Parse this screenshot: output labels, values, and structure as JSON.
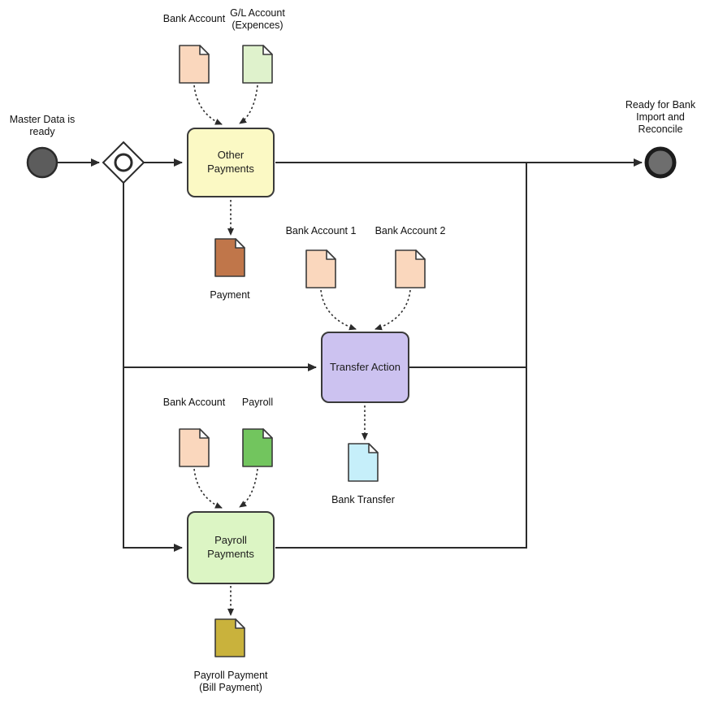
{
  "diagram": {
    "events": {
      "start": {
        "label": "Master Data is\nready"
      },
      "end": {
        "label": "Ready for Bank\nImport and\nReconcile"
      }
    },
    "gateway": {
      "type": "inclusive-gateway"
    },
    "tasks": {
      "other_payments": {
        "label": "Other\nPayments",
        "fill": "#FBF9C4"
      },
      "transfer_action": {
        "label": "Transfer Action",
        "fill": "#CCC2F0"
      },
      "payroll_payments": {
        "label": "Payroll\nPayments",
        "fill": "#DCF5C4"
      }
    },
    "documents": {
      "bank_account_top": {
        "label": "Bank Account",
        "fill": "#FAD7BD"
      },
      "gl_account": {
        "label": "G/L Account\n(Expences)",
        "fill": "#DFF2CC"
      },
      "payment": {
        "label": "Payment",
        "fill": "#C0764A"
      },
      "bank_account_1": {
        "label": "Bank Account 1",
        "fill": "#FAD7BD"
      },
      "bank_account_2": {
        "label": "Bank Account 2",
        "fill": "#FAD7BD"
      },
      "bank_transfer": {
        "label": "Bank Transfer",
        "fill": "#C6EFFA"
      },
      "bank_account_lower": {
        "label": "Bank Account",
        "fill": "#FAD7BD"
      },
      "payroll": {
        "label": "Payroll",
        "fill": "#72C55E"
      },
      "payroll_payment": {
        "label": "Payroll Payment\n(Bill Payment)",
        "fill": "#C9B23C"
      }
    },
    "colors": {
      "line": "#2b2b2b",
      "event_fill": "#5c5c5c",
      "gateway_fill": "#ffffff"
    }
  }
}
